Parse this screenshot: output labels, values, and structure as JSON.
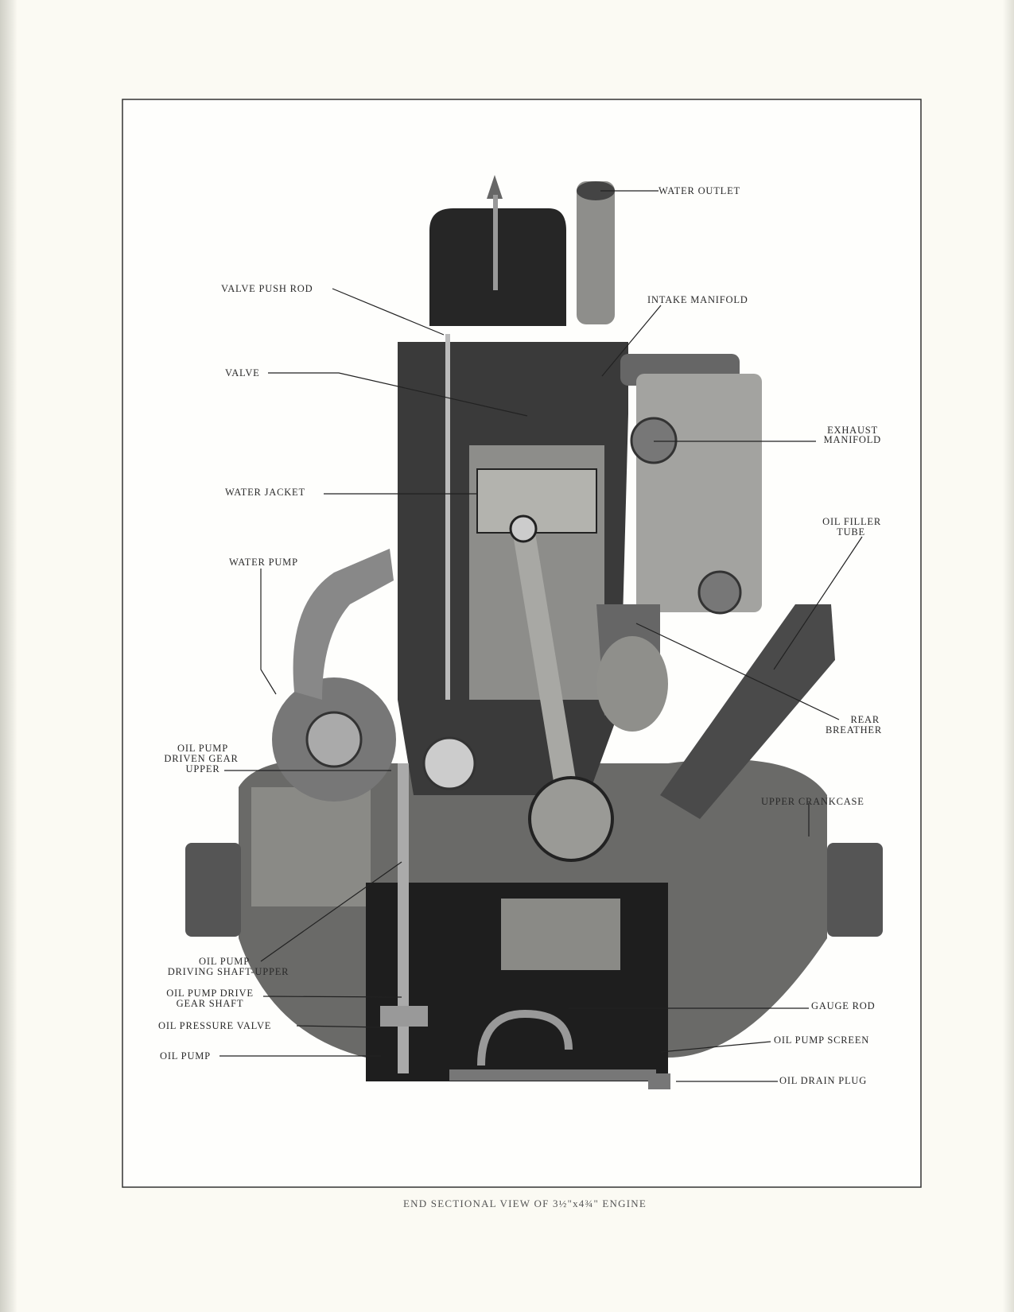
{
  "figure": {
    "caption": "END SECTIONAL VIEW OF 3½\"x4¾\" ENGINE",
    "labels": {
      "water_outlet": [
        "WATER OUTLET"
      ],
      "valve_push_rod": [
        "VALVE PUSH ROD"
      ],
      "intake_manifold": [
        "INTAKE MANIFOLD"
      ],
      "valve": [
        "VALVE"
      ],
      "exhaust_manifold": [
        "EXHAUST",
        "MANIFOLD"
      ],
      "water_jacket": [
        "WATER JACKET"
      ],
      "oil_filler_tube": [
        "OIL FILLER",
        "TUBE"
      ],
      "water_pump": [
        "WATER PUMP"
      ],
      "rear_breather": [
        "REAR",
        "BREATHER"
      ],
      "oil_pump_driven_gear_upper": [
        "OIL PUMP",
        "DRIVEN GEAR",
        "UPPER"
      ],
      "upper_crankcase": [
        "UPPER CRANKCASE"
      ],
      "oil_pump_driving_shaft_upper": [
        "OIL PUMP",
        "DRIVING SHAFT-UPPER"
      ],
      "oil_pump_drive_gear_shaft": [
        "OIL PUMP DRIVE",
        "GEAR SHAFT"
      ],
      "oil_pressure_valve": [
        "OIL PRESSURE VALVE"
      ],
      "oil_pump": [
        "OIL PUMP"
      ],
      "gauge_rod": [
        "GAUGE ROD"
      ],
      "oil_pump_screen": [
        "OIL PUMP SCREEN"
      ],
      "oil_drain_plug": [
        "OIL DRAIN PLUG"
      ]
    }
  }
}
